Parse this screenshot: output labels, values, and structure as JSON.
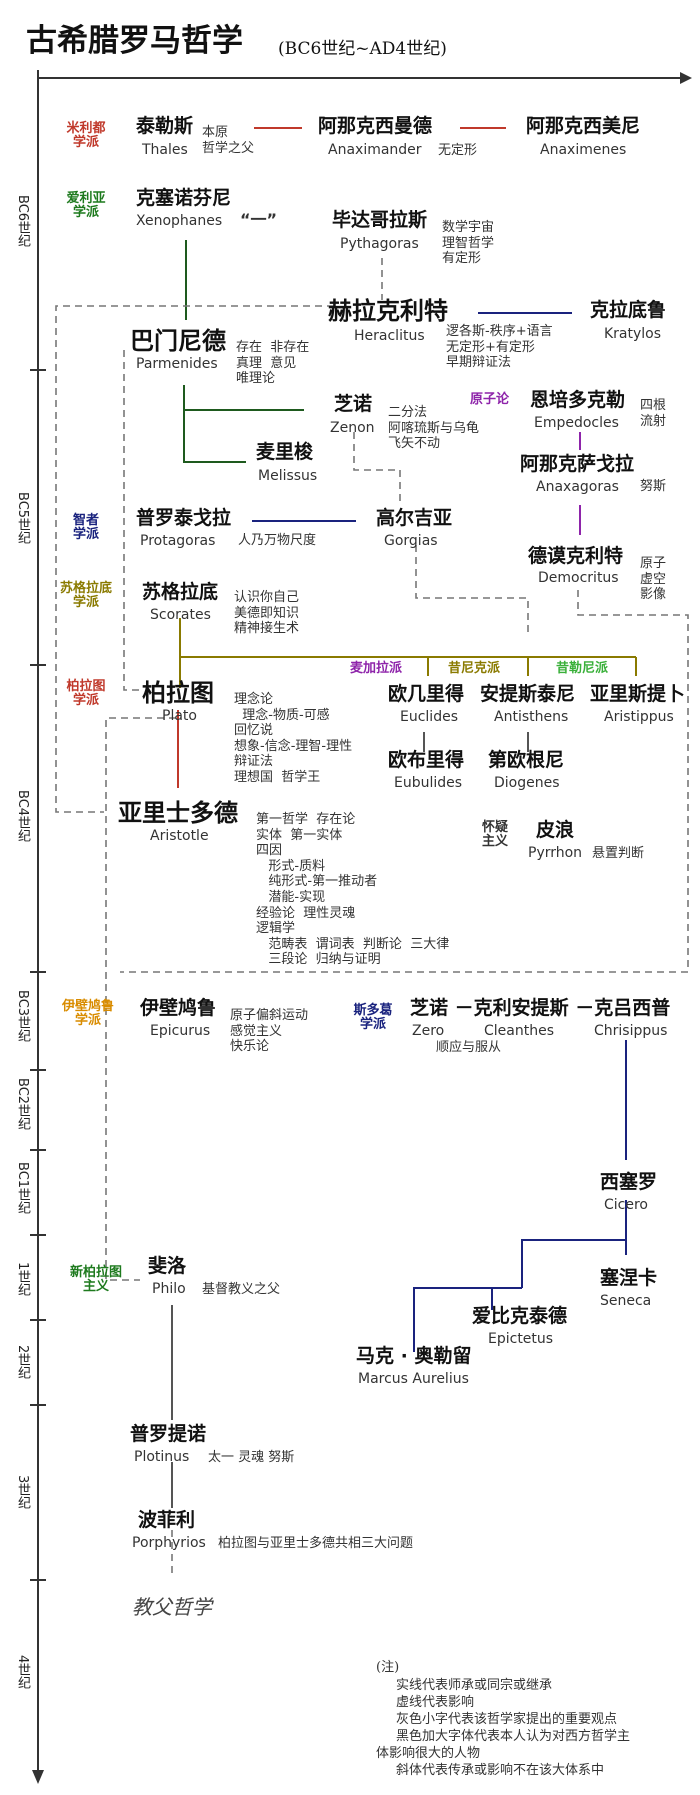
{
  "header": {
    "title": "古希腊罗马哲学",
    "subtitle": "(BC6世纪~AD4世纪)"
  },
  "centuries": [
    "BC6世纪",
    "BC5世纪",
    "BC4世纪",
    "BC3世纪",
    "BC2世纪",
    "BC1世纪",
    "1世纪",
    "2世纪",
    "3世纪",
    "4世纪"
  ],
  "schools": {
    "miletus": "米利都\n学派",
    "elea": "爱利亚\n学派",
    "atomism": "原子论",
    "sophist": "智者\n学派",
    "socratic": "苏格拉底\n学派",
    "platonic": "柏拉图\n学派",
    "megara": "麦加拉派",
    "cynic": "昔尼克派",
    "cyrenaic": "昔勒尼派",
    "skeptic": "怀疑\n主义",
    "epicurean": "伊壁鸠鲁\n学派",
    "stoic": "斯多葛\n学派",
    "neoplatonic": "新柏拉图\n主义"
  },
  "philosophers": {
    "thales": {
      "zh": "泰勒斯",
      "en": "Thales",
      "note": "本原\n哲学之父"
    },
    "anaximander": {
      "zh": "阿那克西曼德",
      "en": "Anaximander",
      "note": "无定形"
    },
    "anaximenes": {
      "zh": "阿那克西美尼",
      "en": "Anaximenes"
    },
    "xenophanes": {
      "zh": "克塞诺芬尼",
      "en": "Xenophanes",
      "note": "“一”"
    },
    "pythagoras": {
      "zh": "毕达哥拉斯",
      "en": "Pythagoras",
      "note": "数学宇宙\n理智哲学\n有定形"
    },
    "heraclitus": {
      "zh": "赫拉克利特",
      "en": "Heraclitus",
      "note": "逻各斯-秩序+语言\n无定形+有定形\n早期辩证法"
    },
    "kratylos": {
      "zh": "克拉底鲁",
      "en": "Kratylos"
    },
    "parmenides": {
      "zh": "巴门尼德",
      "en": "Parmenides",
      "note": "存在  非存在\n真理  意见\n唯理论"
    },
    "zenon": {
      "zh": "芝诺",
      "en": "Zenon",
      "note": "二分法\n阿喀琉斯与乌龟\n飞矢不动"
    },
    "empedocles": {
      "zh": "恩培多克勒",
      "en": "Empedocles",
      "note": "四根\n流射"
    },
    "melissus": {
      "zh": "麦里梭",
      "en": "Melissus"
    },
    "anaxagoras": {
      "zh": "阿那克萨戈拉",
      "en": "Anaxagoras",
      "note": "努斯"
    },
    "protagoras": {
      "zh": "普罗泰戈拉",
      "en": "Protagoras",
      "note": "人乃万物尺度"
    },
    "gorgias": {
      "zh": "高尔吉亚",
      "en": "Gorgias"
    },
    "democritus": {
      "zh": "德谟克利特",
      "en": "Democritus",
      "note": "原子\n虚空\n影像"
    },
    "socrates": {
      "zh": "苏格拉底",
      "en": "Scorates",
      "note": "认识你自己\n美德即知识\n精神接生术"
    },
    "plato": {
      "zh": "柏拉图",
      "en": "Plato",
      "note": "理念论\n  理念-物质-可感\n回忆说\n想象-信念-理智-理性\n辩证法\n理想国  哲学王"
    },
    "euclides": {
      "zh": "欧几里得",
      "en": "Euclides"
    },
    "antisthens": {
      "zh": "安提斯泰尼",
      "en": "Antisthens"
    },
    "aristippus": {
      "zh": "亚里斯提卜",
      "en": "Aristippus"
    },
    "eubulides": {
      "zh": "欧布里得",
      "en": "Eubulides"
    },
    "diogenes": {
      "zh": "第欧根尼",
      "en": "Diogenes"
    },
    "aristotle": {
      "zh": "亚里士多德",
      "en": "Aristotle",
      "note": "第一哲学  存在论\n实体  第一实体\n四因\n   形式-质料\n   纯形式-第一推动者\n   潜能-实现\n经验论  理性灵魂\n逻辑学\n   范畴表  谓词表  判断论  三大律\n   三段论  归纳与证明"
    },
    "pyrrhon": {
      "zh": "皮浪",
      "en": "Pyrrhon",
      "note": "悬置判断"
    },
    "epicurus": {
      "zh": "伊壁鸠鲁",
      "en": "Epicurus",
      "note": "原子偏斜运动\n感觉主义\n快乐论"
    },
    "stoics": {
      "zh": "芝诺 －克利安提斯 －克吕西普",
      "en_zero": "Zero",
      "en_cleanthes": "Cleanthes",
      "en_chrisippus": "Chrisippus",
      "note": "顺应与服从"
    },
    "cicero": {
      "zh": "西塞罗",
      "en": "Cicero"
    },
    "philo": {
      "zh": "斐洛",
      "en": "Philo",
      "note": "基督教义之父"
    },
    "seneca": {
      "zh": "塞涅卡",
      "en": "Seneca"
    },
    "epictetus": {
      "zh": "爱比克泰德",
      "en": "Epictetus"
    },
    "marcus": {
      "zh": "马克 · 奥勒留",
      "en": "Marcus Aurelius"
    },
    "plotinus": {
      "zh": "普罗提诺",
      "en": "Plotinus",
      "note": "太一  灵魂  努斯"
    },
    "porphyrios": {
      "zh": "波菲利",
      "en": "Porphyrios",
      "note": "柏拉图与亚里士多德共相三大问题"
    }
  },
  "church_philosophy": "教父哲学",
  "legend": {
    "title": "(注)",
    "lines": [
      "实线代表师承或同宗或继承",
      "虚线代表影响",
      "灰色小字代表该哲学家提出的重要观点",
      "黑色加大字体代表本人认为对西方哲学主",
      "体影响很大的人物",
      "斜体代表传承或影响不在该大体系中"
    ]
  },
  "colors": {
    "red": "#c0392b",
    "green": "#1e7a1e",
    "navy": "#1a237e",
    "olive": "#8a7a00",
    "purple": "#8e24aa",
    "orange": "#d98c00",
    "light_green": "#3ab03a",
    "dark": "#222222",
    "gray": "#888888"
  }
}
